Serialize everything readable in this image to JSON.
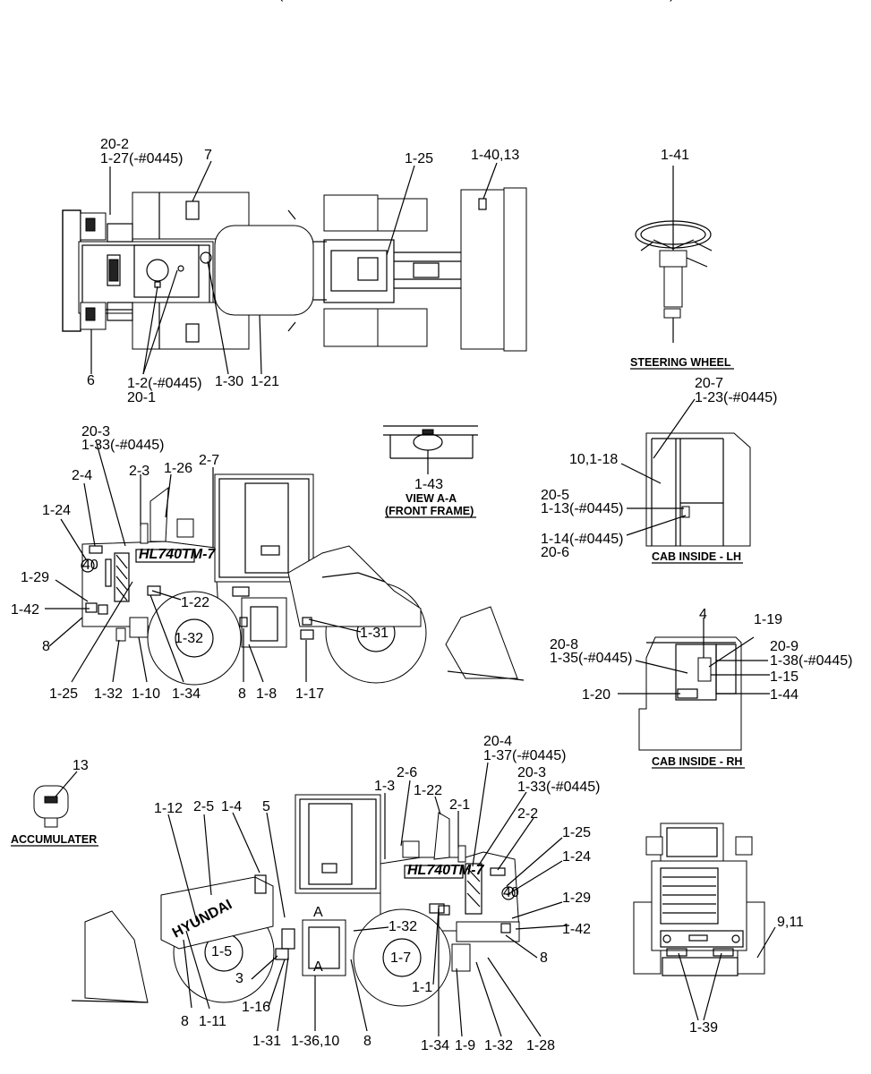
{
  "header": {
    "partial_title": "(",
    "partial_title_end": ")"
  },
  "captions": {
    "steering": "STEERING WHEEL",
    "view_aa": "VIEW A-A",
    "front_frame": "(FRONT FRAME)",
    "cab_lh": "CAB INSIDE - LH",
    "cab_rh": "CAB INSIDE - RH",
    "accumulater": "ACCUMULATER"
  },
  "labels": {
    "l_20_2": "20-2",
    "l_1_27": "1-27(-#0445)",
    "l_7": "7",
    "l_1_25a": "1-25",
    "l_1_40": "1-40,13",
    "l_1_41": "1-41",
    "l_6": "6",
    "l_1_2": "1-2(-#0445)",
    "l_20_1": "20-1",
    "l_1_30": "1-30",
    "l_1_21": "1-21",
    "l_20_7": "20-7",
    "l_1_23": "1-23(-#0445)",
    "l_10_118": "10,1-18",
    "l_20_5": "20-5",
    "l_1_13": "1-13(-#0445)",
    "l_1_14": "1-14(-#0445)",
    "l_20_6": "20-6",
    "l_20_3a": "20-3",
    "l_1_33a": "1-33(-#0445)",
    "l_2_4": "2-4",
    "l_2_3": "2-3",
    "l_1_26": "1-26",
    "l_2_7": "2-7",
    "l_1_24a": "1-24",
    "l_1_29a": "1-29",
    "l_1_42a": "1-42",
    "l_8a": "8",
    "l_1_22a": "1-22",
    "l_1_32a": "1-32",
    "l_1_31a": "1-31",
    "l_1_43": "1-43",
    "l_1_25b": "1-25",
    "l_1_32b": "1-32",
    "l_1_10": "1-10",
    "l_1_34a": "1-34",
    "l_8b": "8",
    "l_1_8": "1-8",
    "l_1_17": "1-17",
    "l_4": "4",
    "l_1_19": "1-19",
    "l_20_8": "20-8",
    "l_1_35": "1-35(-#0445)",
    "l_20_9": "20-9",
    "l_1_38": "1-38(-#0445)",
    "l_1_15": "1-15",
    "l_1_20": "1-20",
    "l_1_44": "1-44",
    "l_13": "13",
    "l_20_4": "20-4",
    "l_1_37": "1-37(-#0445)",
    "l_2_6": "2-6",
    "l_20_3b": "20-3",
    "l_1_33b": "1-33(-#0445)",
    "l_1_3": "1-3",
    "l_1_22b": "1-22",
    "l_1_12": "1-12",
    "l_2_5": "2-5",
    "l_1_4": "1-4",
    "l_5": "5",
    "l_2_1": "2-1",
    "l_2_2": "2-2",
    "l_1_25c": "1-25",
    "l_1_24b": "1-24",
    "l_1_29b": "1-29",
    "l_1_42b": "1-42",
    "l_1_32c": "1-32",
    "l_1_5": "1-5",
    "l_1_7": "1-7",
    "l_3": "3",
    "l_1_1": "1-1",
    "l_8c": "8",
    "l_1_16": "1-16",
    "l_8d": "8",
    "l_1_11": "1-11",
    "l_8e": "8",
    "l_1_31b": "1-31",
    "l_1_36": "1-36,10",
    "l_1_34b": "1-34",
    "l_1_9": "1-9",
    "l_1_32d": "1-32",
    "l_1_28": "1-28",
    "l_9_11": "9,11",
    "l_1_39": "1-39"
  },
  "decals": {
    "model_text": "HL740TM-7",
    "brand_text": "HYUNDAI",
    "badge_40": "40",
    "arrow_a": "A"
  }
}
